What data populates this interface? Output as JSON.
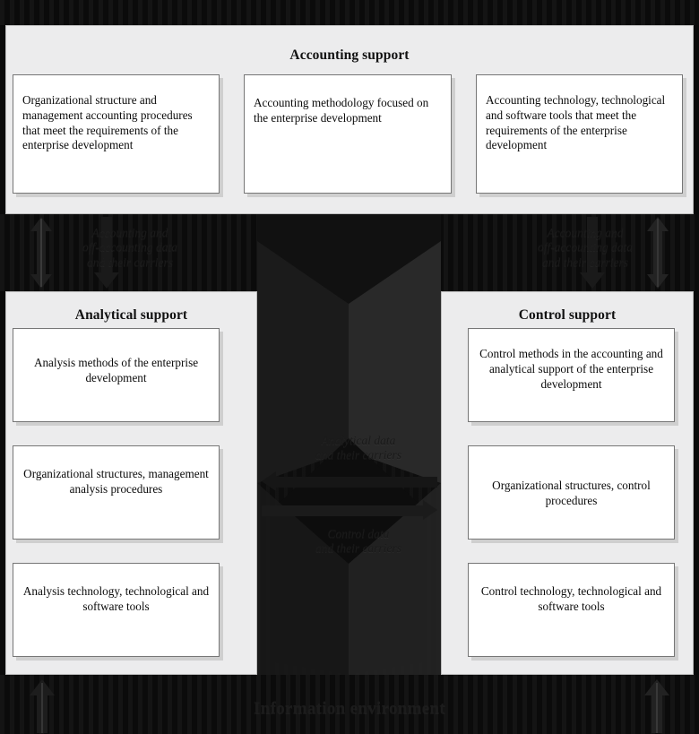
{
  "diagram": {
    "environment_label": "Information environment",
    "sections": [
      {
        "id": "accounting",
        "title": "Accounting support",
        "boxes": [
          "Organizational structure and management accounting procedures that meet the requirements of the enterprise development",
          "Accounting methodology focused on the enterprise development",
          "Accounting technology, technological and software tools that meet the requirements of the enterprise development"
        ]
      },
      {
        "id": "analytical",
        "title": "Analytical support",
        "boxes": [
          "Analysis methods of the enterprise development",
          "Organizational structures, management analysis procedures",
          "Analysis technology, technological and software tools"
        ]
      },
      {
        "id": "control",
        "title": "Control support",
        "boxes": [
          "Control methods in the accounting and analytical support of the enterprise development",
          "Organizational structures, control procedures",
          "Control technology, technological and software tools"
        ]
      }
    ],
    "flow_labels": {
      "left": "Accounting and\noff-accounting data\nand their carriers",
      "right": "Accounting and\noff-accounting data\nand their carriers",
      "analytical": "Analytical data\nand their carriers",
      "control": "Control data\nand their carriers"
    },
    "colors": {
      "panel_background": "#ececed",
      "box_background": "#ffffff",
      "box_border": "#767676",
      "box_shadow": "#cfcfcf",
      "band_background": "#0b0b0b",
      "text": "#0b0b0b",
      "flow_label_text": "#1a1a1a"
    }
  }
}
